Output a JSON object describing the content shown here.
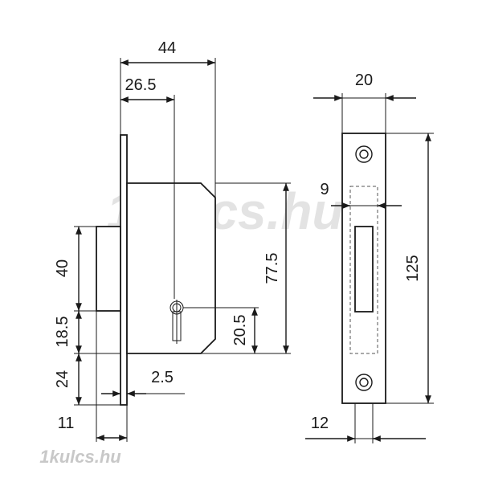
{
  "watermark": {
    "text": "1kulcs.hu",
    "color": "#d9d9d9"
  },
  "dimensions": {
    "width_44": "44",
    "backset_26_5": "26.5",
    "height_77_5": "77.5",
    "keyhole_20_5": "20.5",
    "plate_2_5": "2.5",
    "bolt_40": "40",
    "gap_18_5": "18.5",
    "bottom_24": "24",
    "bolt_11": "11",
    "front_20": "20",
    "slot_9": "9",
    "front_125": "125",
    "front_12": "12"
  },
  "colors": {
    "line": "#1a1a1a",
    "watermark": "#d9d9d9"
  }
}
